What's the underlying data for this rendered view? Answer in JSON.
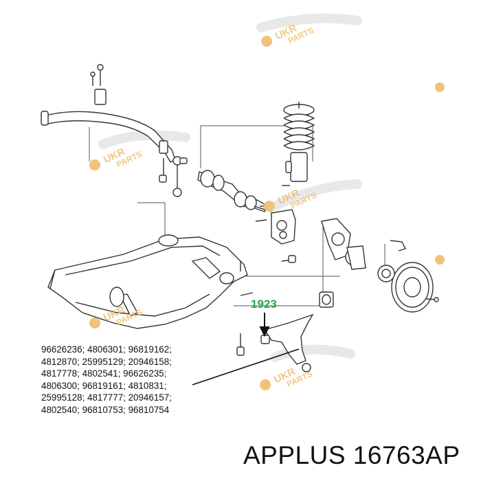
{
  "callout": {
    "label": "1923"
  },
  "part_numbers": [
    "96626236; 4806301; 96819162;",
    "4812870; 25995129; 20946158;",
    "4817778; 4802541; 96626235;",
    "4806300; 96819161; 4810831;",
    "25995128; 4817777; 20946157;",
    "4802540; 96810753; 96810754"
  ],
  "caption": "APPLUS 16763AP",
  "watermark": {
    "line1": "UKR",
    "line2": "PARTS"
  },
  "colors": {
    "callout": "#2aa84a",
    "watermark": "#f0c27a",
    "line": "#333333",
    "text": "#111111"
  }
}
